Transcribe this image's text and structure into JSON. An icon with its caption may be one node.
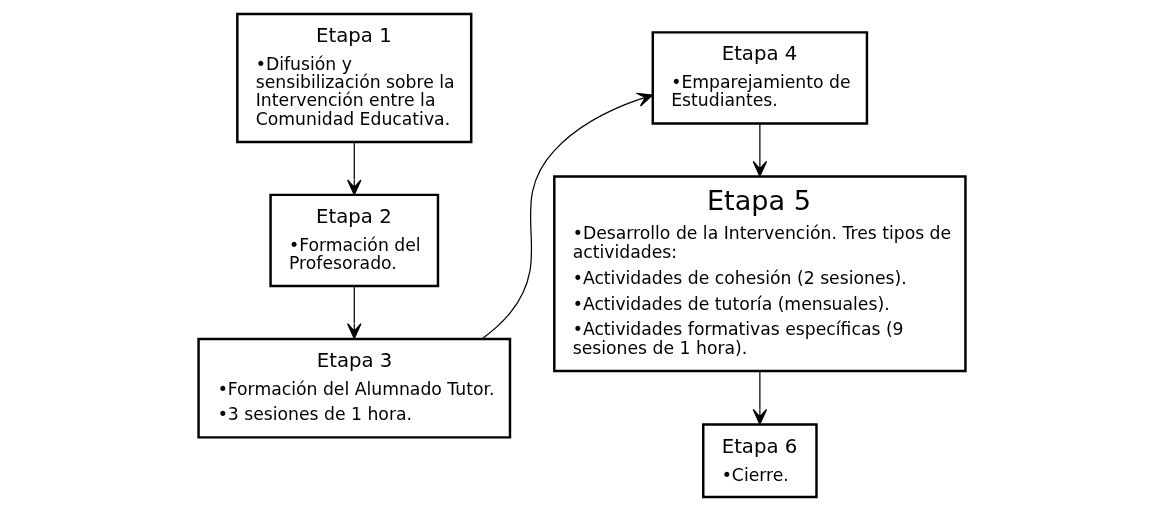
{
  "diagram": {
    "nodes": [
      {
        "text": [
          "Etapa 1",
          "•Difusión y sensibilización sobre la Intervención entre la Comunidad Educativa."
        ]
      },
      {
        "text": [
          "Etapa 2",
          "•Formación del Profesorado."
        ]
      },
      {
        "text": [
          "Etapa 3",
          "•Formación del Alumnado Tutor.",
          "•3 sesiones de 1 hora."
        ]
      },
      {
        "text": [
          "Etapa 4",
          "•Emparejamiento de Estudiantes."
        ]
      },
      {
        "text": [
          "Etapa 5",
          "•Desarrollo de la Intervención. Tres tipos de actividades:",
          "•Actividades de cohesión (2 sesiones).",
          "•Actividades de tutoría (mensuales).",
          "•Actividades formativas específicas (9 sesiones de 1 hora)."
        ]
      },
      {
        "text": [
          "Etapa 6",
          "•Cierre."
        ]
      }
    ],
    "edges": [
      {
        "from": 0,
        "to": 1,
        "arrow": "to"
      },
      {
        "from": 1,
        "to": 2,
        "arrow": "to"
      },
      {
        "from": 2,
        "to": 3,
        "arrow": "to"
      },
      {
        "from": 3,
        "to": 4,
        "arrow": "to"
      },
      {
        "from": 4,
        "to": 5,
        "arrow": "to"
      }
    ]
  }
}
